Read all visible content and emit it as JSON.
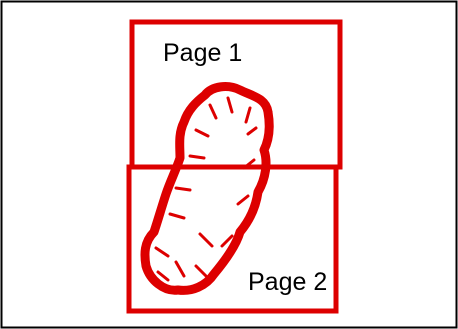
{
  "diagram": {
    "pages": [
      {
        "id": "page-1",
        "label": "Page 1"
      },
      {
        "id": "page-2",
        "label": "Page 2"
      }
    ]
  },
  "colors": {
    "frame": "#000000",
    "page_outline": "#dd0000",
    "shape": "#dd0000",
    "text": "#000000",
    "background": "#ffffff"
  }
}
